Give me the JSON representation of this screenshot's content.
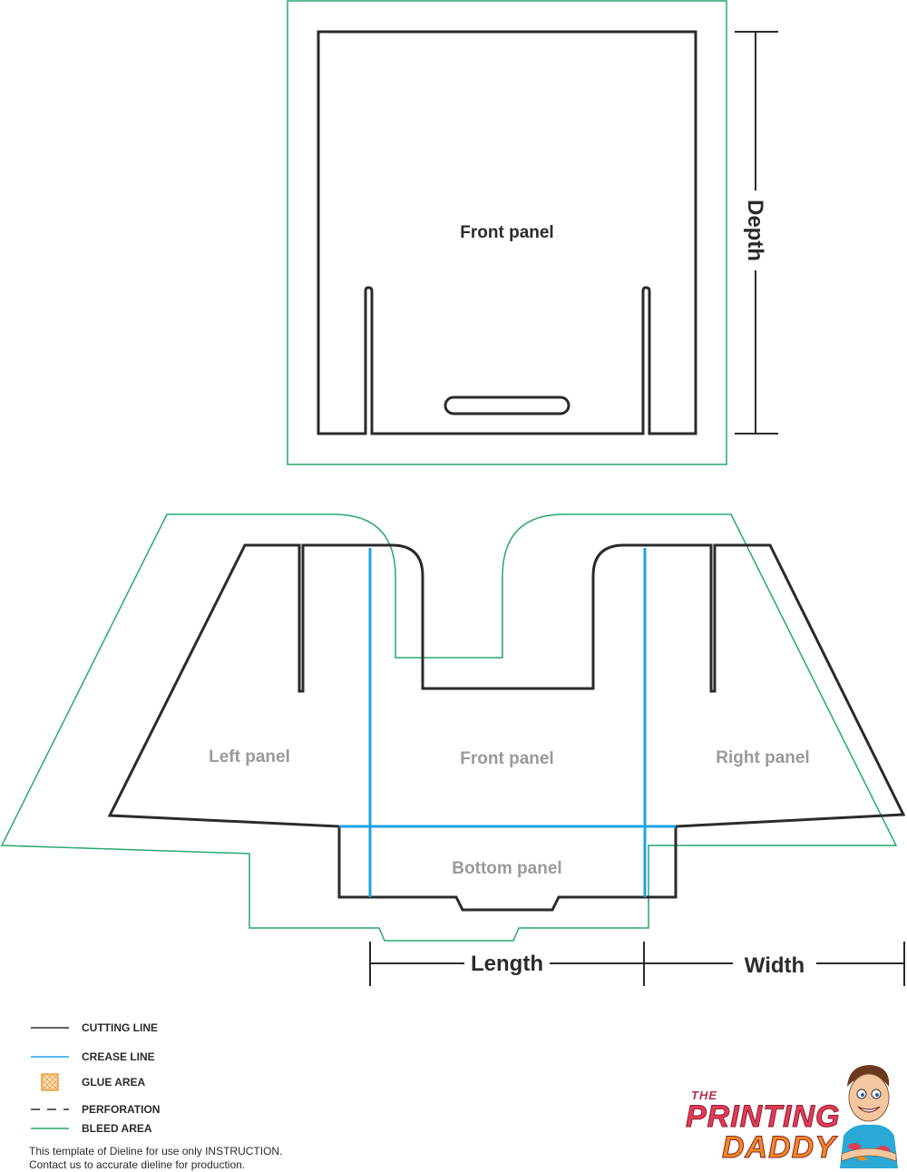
{
  "labels": {
    "front_panel_top": "Front panel",
    "left_panel": "Left panel",
    "front_panel_bottom": "Front panel",
    "right_panel": "Right panel",
    "bottom_panel": "Bottom panel",
    "depth": "Depth",
    "length": "Length",
    "width": "Width"
  },
  "legend": [
    {
      "icon": "cutting-line-swatch",
      "label": "CUTTING LINE"
    },
    {
      "icon": "crease-line-swatch",
      "label": "CREASE LINE"
    },
    {
      "icon": "glue-area-swatch",
      "label": "GLUE AREA"
    },
    {
      "icon": "perforation-swatch",
      "label": "PERFORATION"
    },
    {
      "icon": "bleed-area-swatch",
      "label": "BLEED AREA"
    }
  ],
  "note": {
    "line1": "This template of Dieline for use only INSTRUCTION.",
    "line2": "Contact us to accurate dieline for production."
  },
  "brand": {
    "the": "THE",
    "line1": "PRINTING",
    "line2": "DADDY"
  },
  "colors": {
    "cut": "#2b2b2b",
    "crease": "#1fa3e0",
    "bleed": "#27a96c",
    "glue": "#f08a1c"
  }
}
